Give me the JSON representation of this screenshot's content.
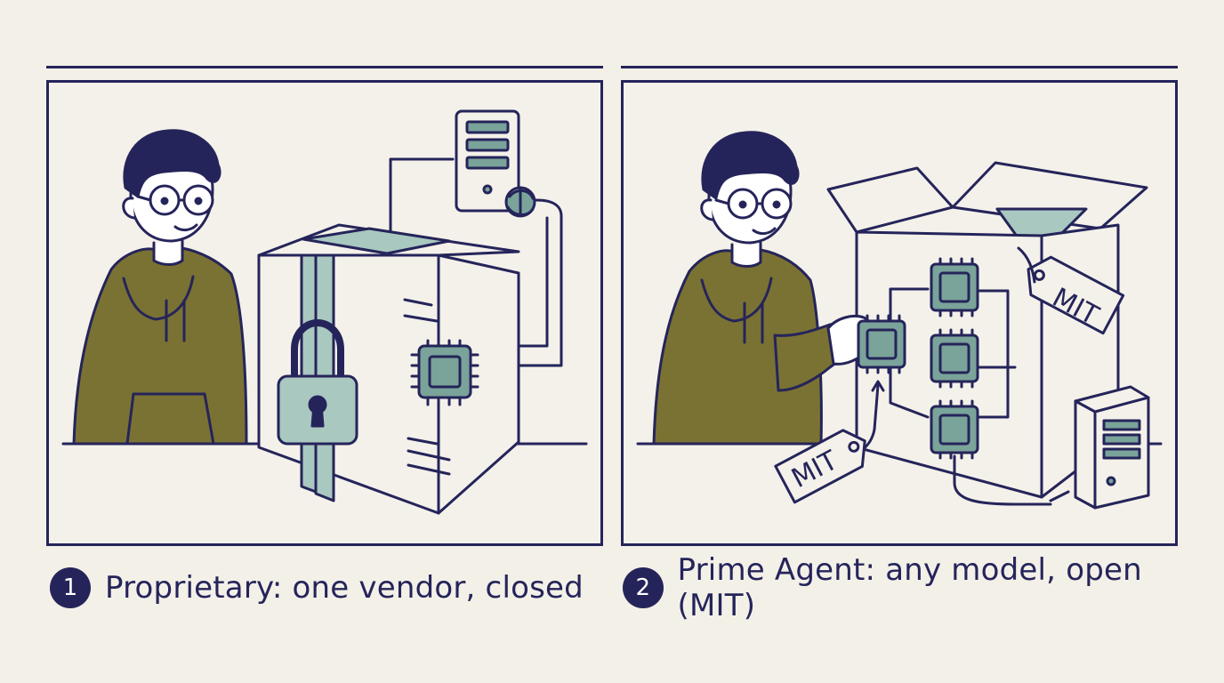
{
  "panels": [
    {
      "number": "1",
      "caption": "Proprietary: one vendor, closed"
    },
    {
      "number": "2",
      "caption": "Prime Agent: any model, open (MIT)",
      "tags": [
        "MIT",
        "MIT"
      ]
    }
  ],
  "colors": {
    "ink": "#25245a",
    "paper": "#f3f0e8",
    "hoodie": "#7a7233",
    "teal": "#7aa39a",
    "tape": "#a9c8c0",
    "skin": "#ffffff"
  }
}
